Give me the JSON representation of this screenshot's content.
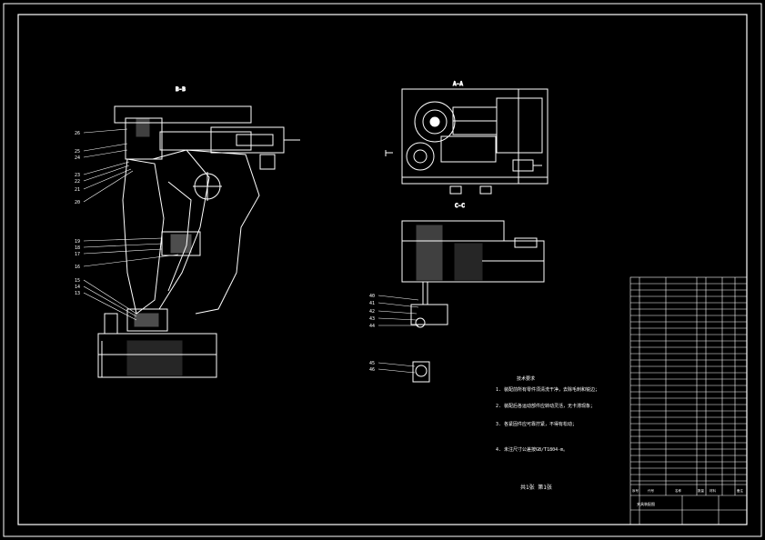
{
  "views": {
    "main_label": "B-B",
    "top_right_label": "A-A",
    "mid_right_label": "C-C"
  },
  "left_callouts": [
    "26",
    "25",
    "24",
    "23",
    "22",
    "21",
    "20",
    "19",
    "18",
    "17",
    "16",
    "15",
    "14",
    "13"
  ],
  "mid_callouts": [
    "40",
    "41",
    "42",
    "43",
    "44"
  ],
  "lower_callouts": [
    "45",
    "46"
  ],
  "tech_requirements": {
    "title": "技术要求",
    "items": [
      "1. 装配前所有零件须清洗干净，去除毛刺和锐边；",
      "2. 装配后各运动部件应转动灵活，无卡滞现象；",
      "3. 各紧固件应可靠拧紧，不得有松动；",
      "4. 未注尺寸公差按GB/T1804-m。"
    ]
  },
  "sheet_info": "共1张 第1张",
  "title_block": {
    "header": [
      "序号",
      "代号",
      "名称",
      "数量",
      "材料",
      "备注"
    ],
    "drawing_name": "夹具装配图"
  }
}
